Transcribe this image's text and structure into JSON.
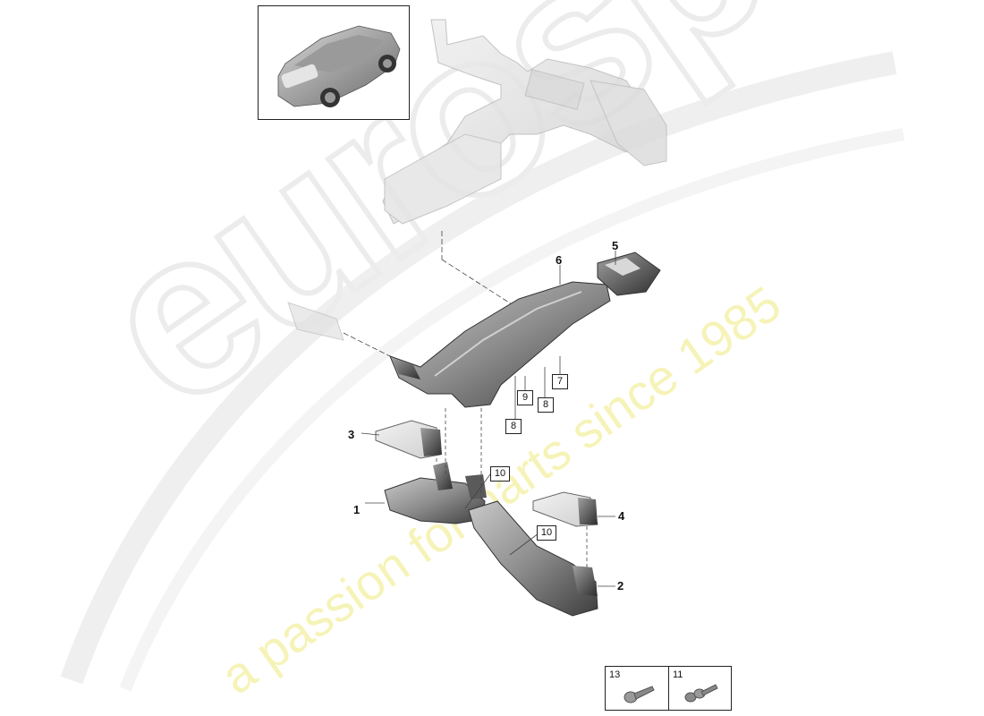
{
  "watermark": {
    "logo_text": "eurospares",
    "tagline": "a passion for parts since 1985",
    "logo_color": "#e8e8e8",
    "tagline_color": "#f3efa8"
  },
  "thumbnail": {
    "label": "vehicle-overview",
    "description": "SUV rear three-quarter view"
  },
  "callouts": [
    {
      "id": "1",
      "label": "1",
      "style": "plain"
    },
    {
      "id": "2",
      "label": "2",
      "style": "plain"
    },
    {
      "id": "3",
      "label": "3",
      "style": "plain"
    },
    {
      "id": "4",
      "label": "4",
      "style": "plain"
    },
    {
      "id": "5",
      "label": "5",
      "style": "plain"
    },
    {
      "id": "6",
      "label": "6",
      "style": "plain"
    },
    {
      "id": "7",
      "label": "7",
      "style": "boxed"
    },
    {
      "id": "8a",
      "label": "8",
      "style": "boxed"
    },
    {
      "id": "9",
      "label": "9",
      "style": "boxed"
    },
    {
      "id": "8b",
      "label": "8",
      "style": "boxed"
    },
    {
      "id": "10a",
      "label": "10",
      "style": "boxed"
    },
    {
      "id": "10b",
      "label": "10",
      "style": "boxed"
    }
  ],
  "fasteners": [
    {
      "label": "13",
      "icon": "bolt-icon"
    },
    {
      "label": "11",
      "icon": "nut-bolt-icon"
    }
  ],
  "parts": {
    "hvac_unit": "heater/air-conditioning unit (context)",
    "duct_main": "air duct assembly (6)",
    "outlet": "outlet (5)",
    "duct_left": "air duct (1)",
    "duct_right": "air duct (2)",
    "bracket_left": "bracket (3)",
    "bracket_right": "bracket (4)"
  }
}
